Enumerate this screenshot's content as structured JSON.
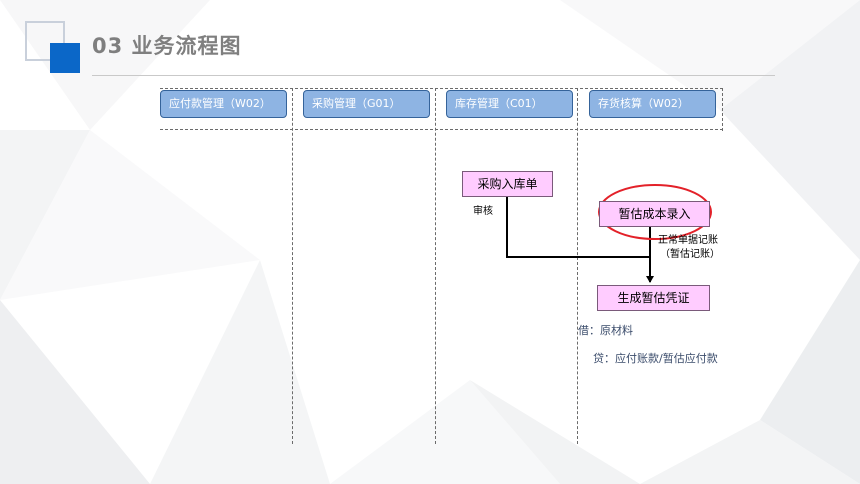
{
  "slide": {
    "title": "03  业务流程图"
  },
  "lanes": [
    {
      "label": "应付款管理（W02）"
    },
    {
      "label": "采购管理（G01）"
    },
    {
      "label": "库存管理（C01）"
    },
    {
      "label": "存货核算（W02）"
    }
  ],
  "nodes": {
    "purchase_receipt": "采购入库单",
    "provisional_cost_entry": "暂估成本录入",
    "generate_voucher": "生成暂估凭证"
  },
  "labels": {
    "review": "审核",
    "posting_line1": "正常单据记账",
    "posting_line2": "（暂估记账）"
  },
  "entries": {
    "debit": "借：原材料",
    "credit": "贷：应付账款/暂估应付款"
  },
  "colors": {
    "accent": "#0b67c8",
    "lane_header_fill": "#8eb4e3",
    "node_fill": "#ffccff",
    "highlight": "#e32129"
  }
}
